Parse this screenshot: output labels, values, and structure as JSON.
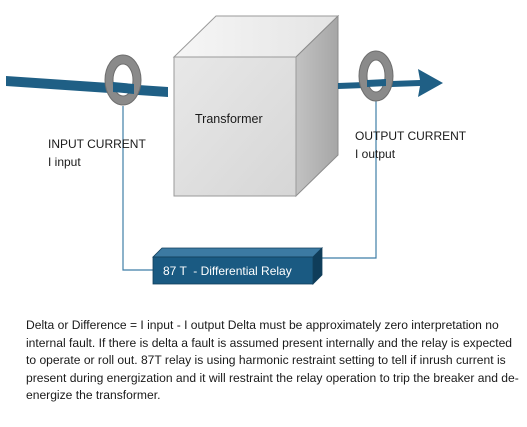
{
  "diagram": {
    "transformer_label": "Transformer",
    "input_label_line1": "INPUT CURRENT",
    "input_label_line2": "I input",
    "output_label_line1": "OUTPUT CURRENT",
    "output_label_line2": "I output",
    "relay_label": "87 T  - Differential Relay"
  },
  "description": "Delta or Difference = I input - I output Delta must be approximately zero interpretation no internal fault. If there is delta a fault is assumed present internally and the relay is expected to operate or roll out. 87T relay is using harmonic restraint setting to tell if inrush current is present during energization and it will restraint the relay operation to trip the breaker and de-energize the transformer.",
  "colors": {
    "arrow": "#1f5f85",
    "relay_fill": "#1a5a82",
    "wire": "#3f7ea6",
    "ct_ring": "#8a8a8a"
  }
}
